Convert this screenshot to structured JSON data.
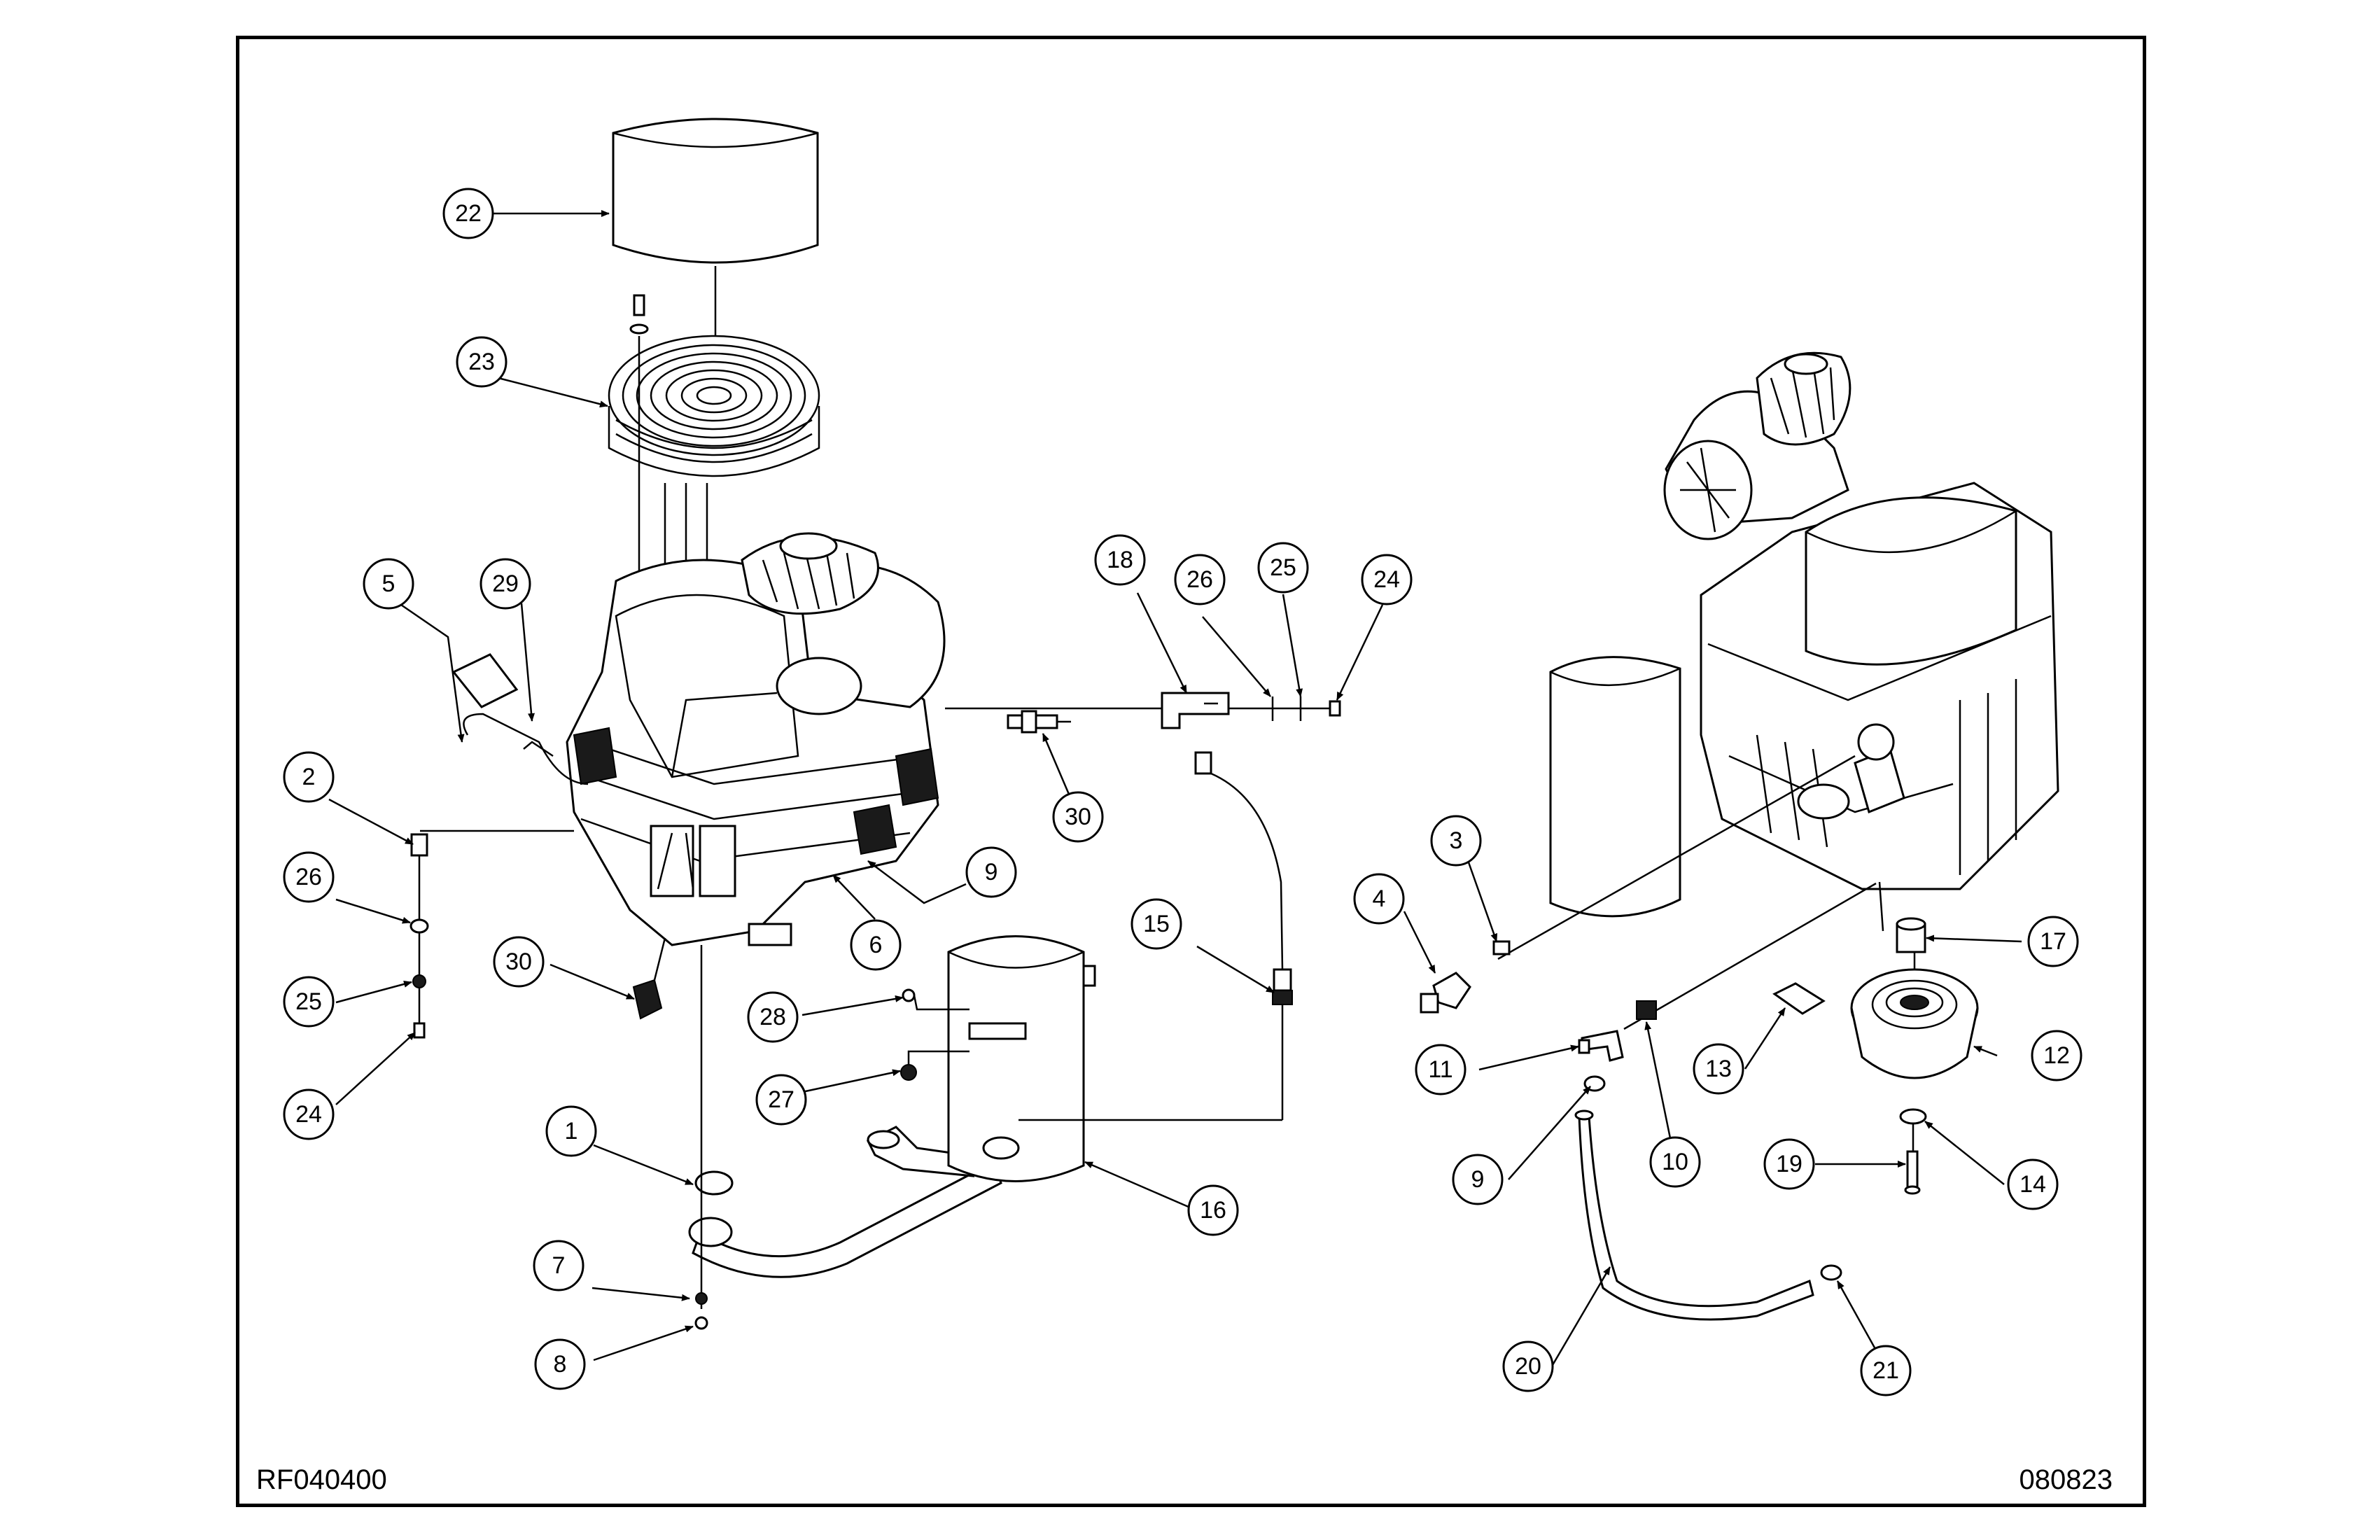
{
  "drawing": {
    "number_left": "RF040400",
    "number_right": "080823"
  },
  "callouts": [
    {
      "id": "c22",
      "label": "22"
    },
    {
      "id": "c23",
      "label": "23"
    },
    {
      "id": "c5",
      "label": "5"
    },
    {
      "id": "c29",
      "label": "29"
    },
    {
      "id": "c2",
      "label": "2"
    },
    {
      "id": "c26a",
      "label": "26"
    },
    {
      "id": "c25a",
      "label": "25"
    },
    {
      "id": "c24a",
      "label": "24"
    },
    {
      "id": "c30a",
      "label": "30"
    },
    {
      "id": "c1",
      "label": "1"
    },
    {
      "id": "c7",
      "label": "7"
    },
    {
      "id": "c8",
      "label": "8"
    },
    {
      "id": "c6",
      "label": "6"
    },
    {
      "id": "c9a",
      "label": "9"
    },
    {
      "id": "c28",
      "label": "28"
    },
    {
      "id": "c27",
      "label": "27"
    },
    {
      "id": "c16",
      "label": "16"
    },
    {
      "id": "c15",
      "label": "15"
    },
    {
      "id": "c30b",
      "label": "30"
    },
    {
      "id": "c18",
      "label": "18"
    },
    {
      "id": "c26b",
      "label": "26"
    },
    {
      "id": "c25b",
      "label": "25"
    },
    {
      "id": "c24b",
      "label": "24"
    },
    {
      "id": "c4",
      "label": "4"
    },
    {
      "id": "c3",
      "label": "3"
    },
    {
      "id": "c11",
      "label": "11"
    },
    {
      "id": "c9b",
      "label": "9"
    },
    {
      "id": "c10",
      "label": "10"
    },
    {
      "id": "c13",
      "label": "13"
    },
    {
      "id": "c12",
      "label": "12"
    },
    {
      "id": "c17",
      "label": "17"
    },
    {
      "id": "c19",
      "label": "19"
    },
    {
      "id": "c14",
      "label": "14"
    },
    {
      "id": "c20",
      "label": "20"
    },
    {
      "id": "c21",
      "label": "21"
    }
  ]
}
